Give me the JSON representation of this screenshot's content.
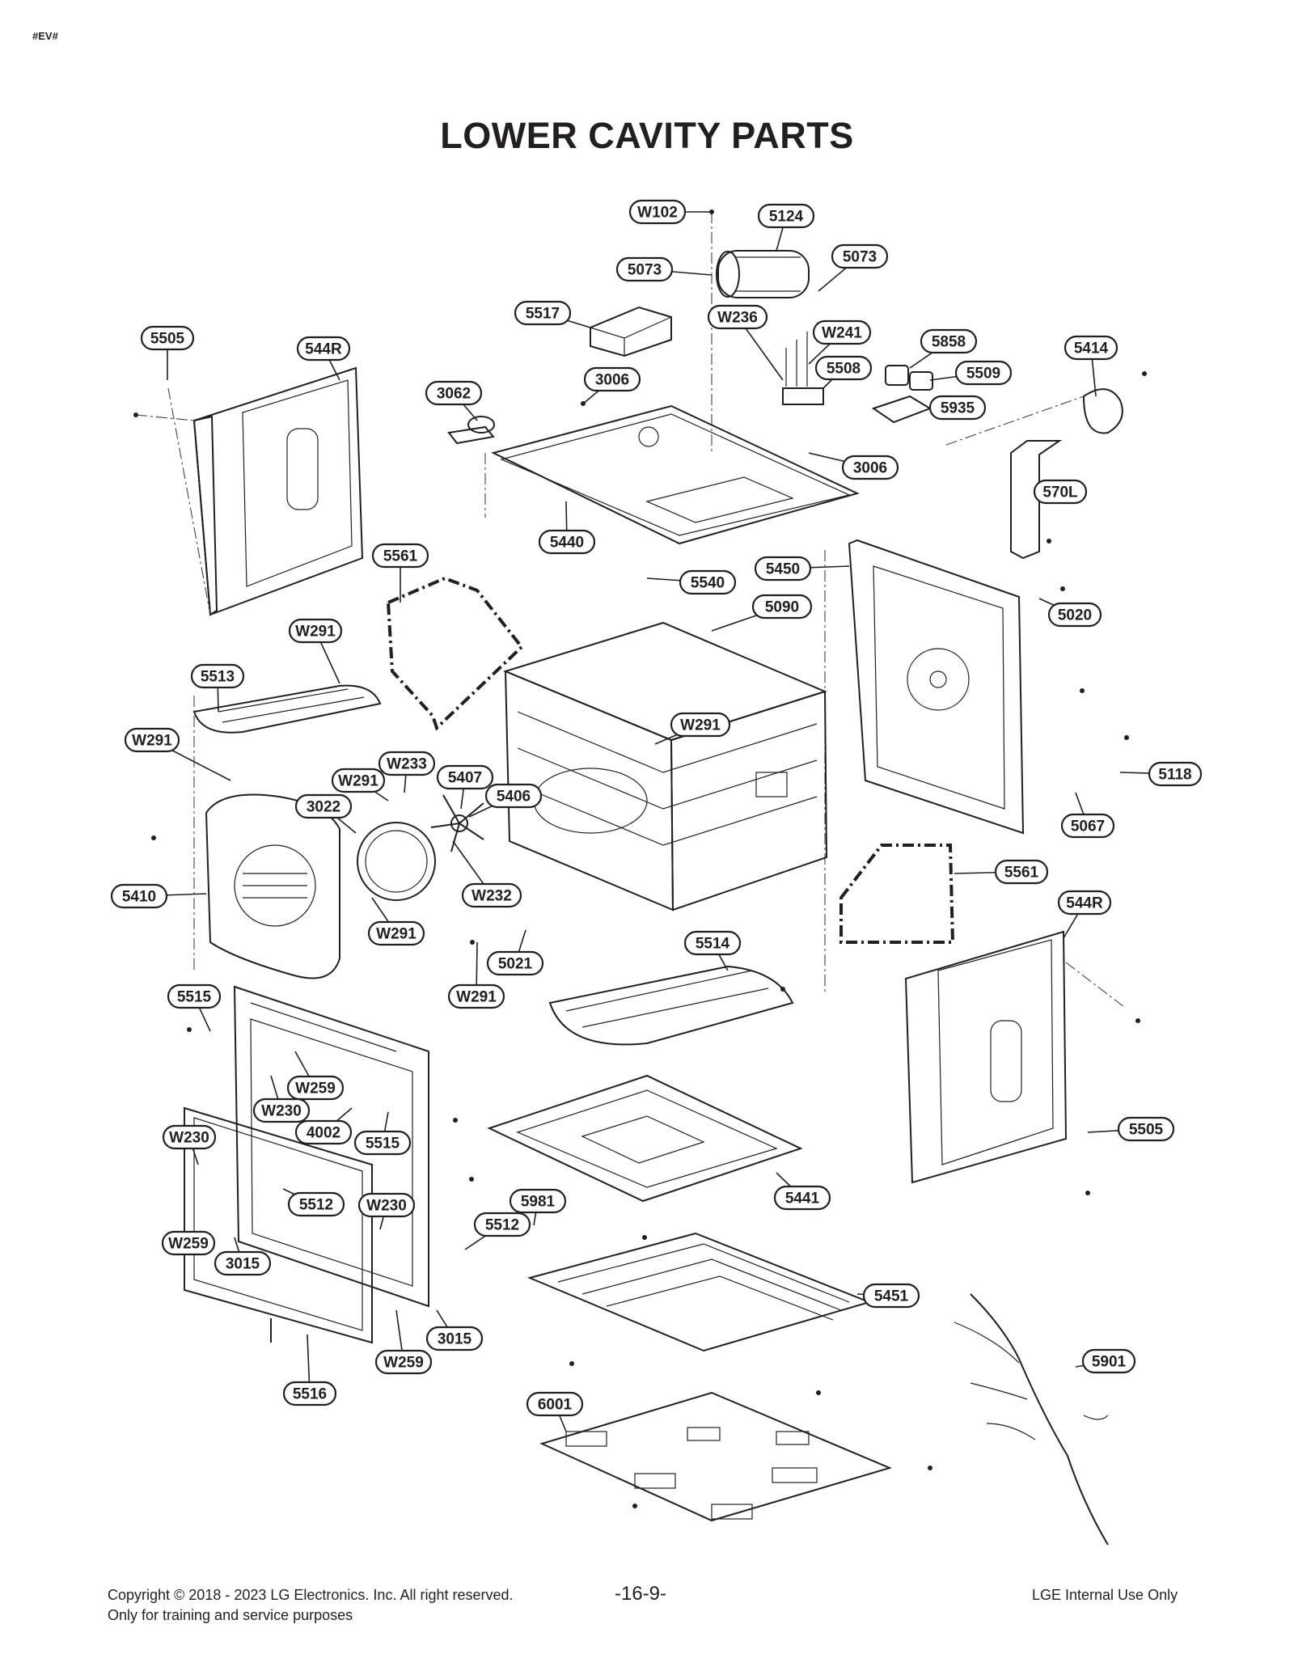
{
  "page_tag": "#EV#",
  "title": "LOWER CAVITY PARTS",
  "callouts": [
    {
      "id": "W102"
    },
    {
      "id": "5124"
    },
    {
      "id": "5073"
    },
    {
      "id": "5073"
    },
    {
      "id": "5517"
    },
    {
      "id": "W236"
    },
    {
      "id": "W241"
    },
    {
      "id": "5858"
    },
    {
      "id": "5414"
    },
    {
      "id": "5505"
    },
    {
      "id": "544R"
    },
    {
      "id": "3006"
    },
    {
      "id": "5508"
    },
    {
      "id": "5509"
    },
    {
      "id": "3062"
    },
    {
      "id": "5935"
    },
    {
      "id": "3006"
    },
    {
      "id": "570L"
    },
    {
      "id": "5440"
    },
    {
      "id": "5561"
    },
    {
      "id": "5450"
    },
    {
      "id": "5540"
    },
    {
      "id": "5090"
    },
    {
      "id": "5020"
    },
    {
      "id": "W291"
    },
    {
      "id": "5513"
    },
    {
      "id": "W291"
    },
    {
      "id": "W291"
    },
    {
      "id": "W233"
    },
    {
      "id": "W291"
    },
    {
      "id": "5407"
    },
    {
      "id": "5067"
    },
    {
      "id": "5118"
    },
    {
      "id": "3022"
    },
    {
      "id": "5406"
    },
    {
      "id": "5561"
    },
    {
      "id": "5410"
    },
    {
      "id": "W232"
    },
    {
      "id": "544R"
    },
    {
      "id": "W291"
    },
    {
      "id": "5514"
    },
    {
      "id": "5021"
    },
    {
      "id": "W291"
    },
    {
      "id": "5515"
    },
    {
      "id": "W259"
    },
    {
      "id": "W230"
    },
    {
      "id": "4002"
    },
    {
      "id": "5515"
    },
    {
      "id": "5505"
    },
    {
      "id": "W230"
    },
    {
      "id": "5441"
    },
    {
      "id": "5981"
    },
    {
      "id": "5512"
    },
    {
      "id": "W230"
    },
    {
      "id": "5512"
    },
    {
      "id": "W259"
    },
    {
      "id": "3015"
    },
    {
      "id": "5451"
    },
    {
      "id": "3015"
    },
    {
      "id": "W259"
    },
    {
      "id": "5901"
    },
    {
      "id": "5516"
    },
    {
      "id": "6001"
    }
  ],
  "footer": {
    "copyright_line1": "Copyright © 2018 - 2023 LG Electronics. Inc. All right reserved.",
    "copyright_line2": "Only for training and service purposes",
    "page_number": "-16-9-",
    "usage": "LGE Internal Use Only"
  }
}
